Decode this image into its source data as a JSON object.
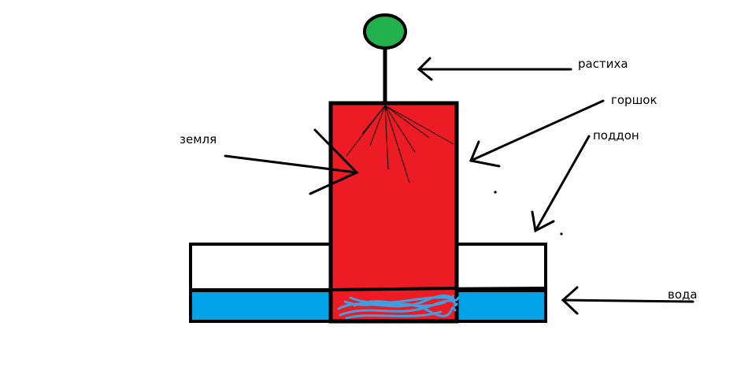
{
  "labels": {
    "plant": "растиха",
    "pot": "горшок",
    "tray": "поддон",
    "soil": "земля",
    "water": "вода"
  },
  "colors": {
    "pot_fill": "#ED1C24",
    "water_fill": "#00A2E8",
    "plant_head": "#22B14C",
    "roots": "#3F9FE0",
    "outline": "#000000",
    "background": "#FFFFFF"
  }
}
